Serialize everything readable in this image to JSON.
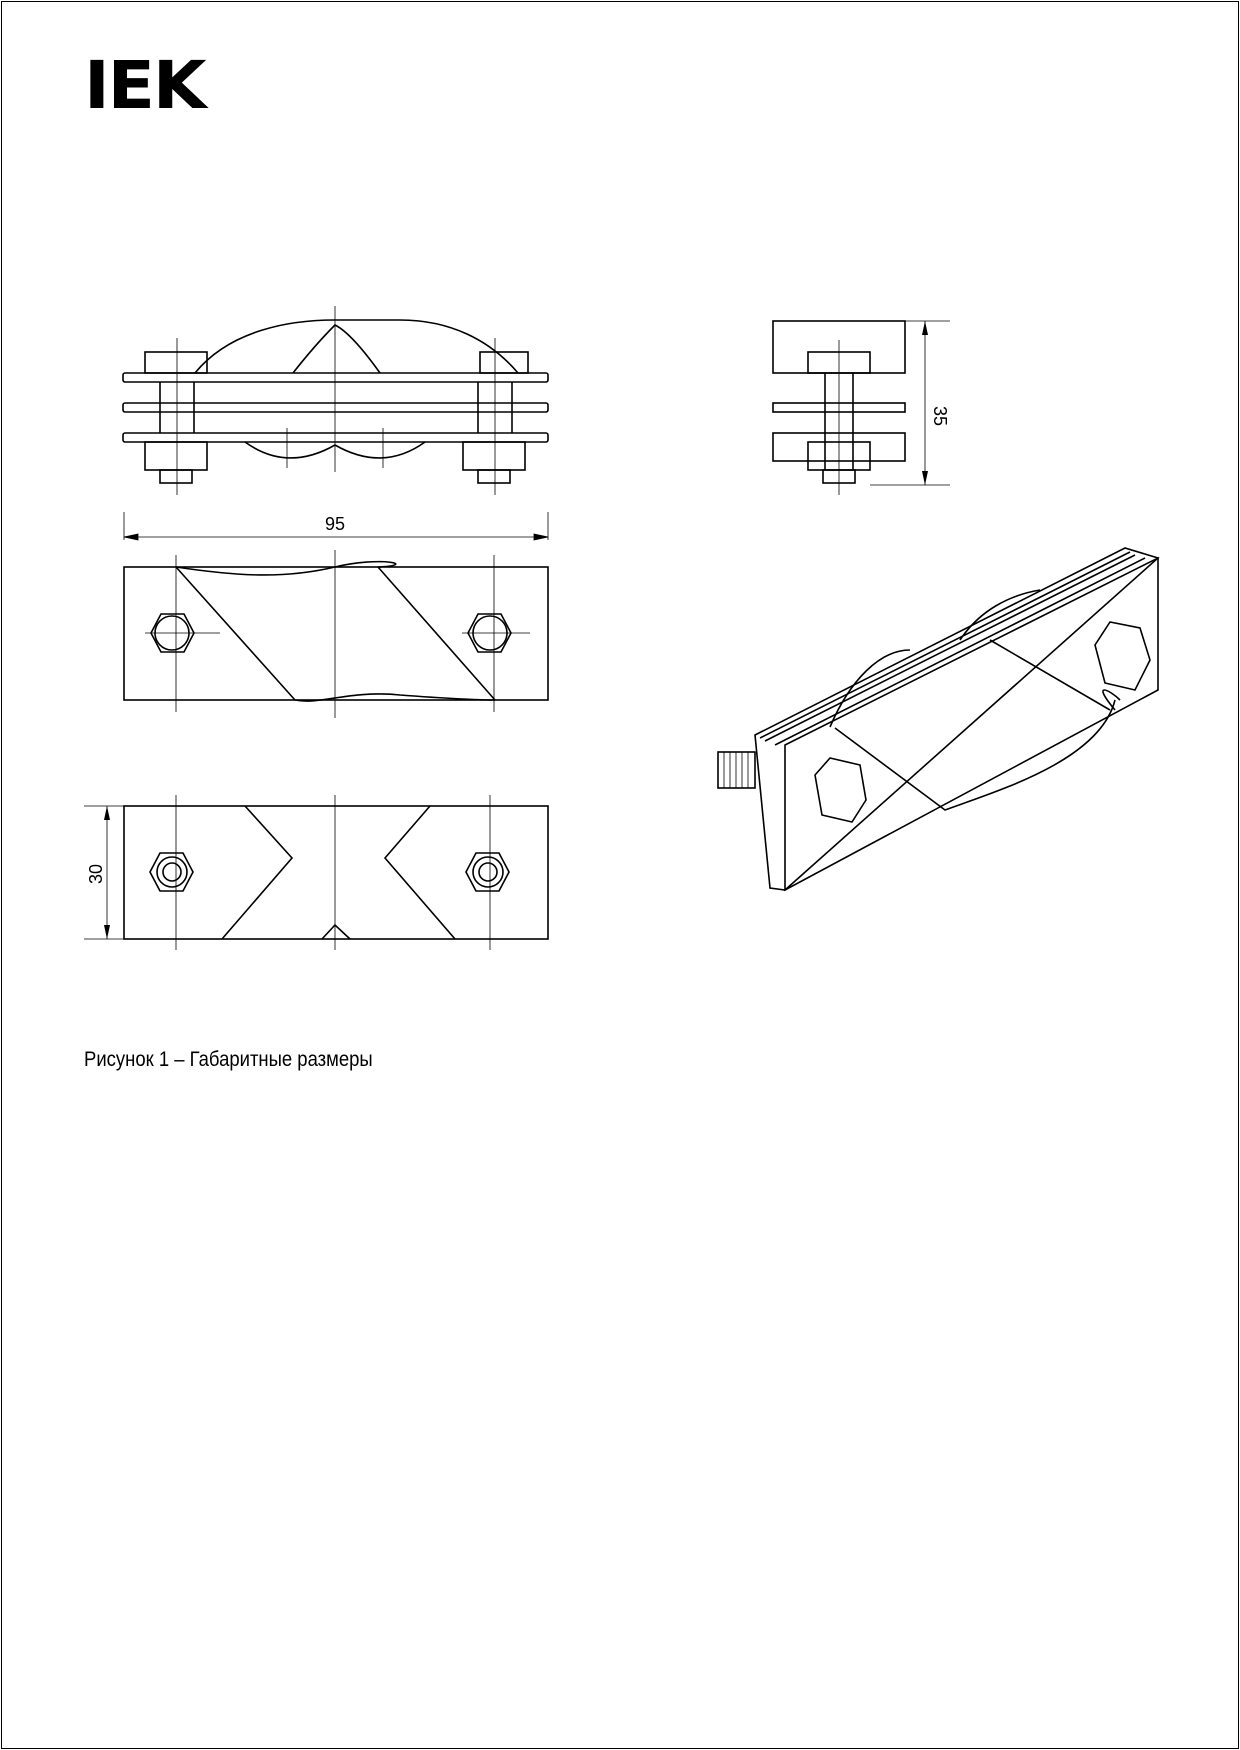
{
  "logo": "IEK",
  "dimensions": {
    "length": "95",
    "width": "30",
    "height": "35"
  },
  "caption": "Рисунок 1 – Габаритные размеры"
}
